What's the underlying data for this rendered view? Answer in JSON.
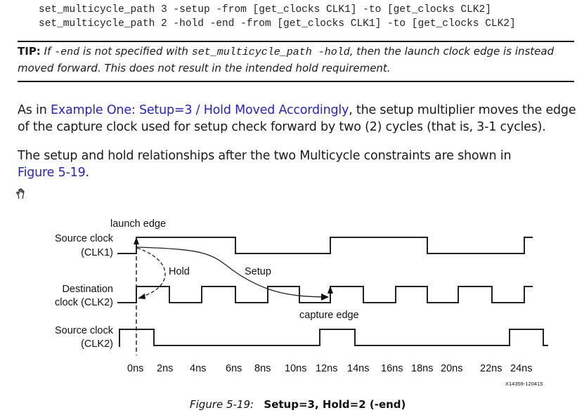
{
  "code_lines": [
    "set_multicycle_path 3 -setup -from [get_clocks CLK1] -to [get_clocks CLK2]",
    "set_multicycle_path 2 -hold -end -from [get_clocks CLK1] -to [get_clocks CLK2]"
  ],
  "tip": {
    "label": "TIP:",
    "part1": " If ",
    "code1": "-end",
    "part2": " is not specified with ",
    "code2": "set_multicycle_path -hold",
    "part3": ", then the launch clock edge is instead moved forward. This does not result in the intended hold requirement."
  },
  "paragraph1": {
    "prefix": "As in ",
    "link": "Example One: Setup=3 / Hold Moved Accordingly",
    "suffix": ", the setup multiplier moves the edge of the capture clock used for setup check forward by two (2) cycles (that is, 3-1 cycles)."
  },
  "paragraph2": {
    "text": "The setup and hold relationships after the two Multicycle constraints are shown in ",
    "link": "Figure 5-19",
    "suffix": "."
  },
  "diagram": {
    "annotations": {
      "launch_edge": "launch edge",
      "hold": "Hold",
      "setup": "Setup",
      "capture_edge": "capture edge"
    },
    "signals": [
      {
        "name_line1": "Source clock",
        "name_line2": "(CLK1)"
      },
      {
        "name_line1": "Destination",
        "name_line2": "clock (CLK2)"
      },
      {
        "name_line1": "Source clock",
        "name_line2": "(CLK2)"
      }
    ],
    "time_ticks": [
      "0ns",
      "2ns",
      "4ns",
      "6ns",
      "8ns",
      "10ns",
      "12ns",
      "14ns",
      "16ns",
      "18ns",
      "20ns",
      "22ns",
      "24ns"
    ],
    "figure_id": "X14359-120415"
  },
  "caption": {
    "number": "Figure 5-19:",
    "title": "Setup=3, Hold=2 (-end)"
  }
}
